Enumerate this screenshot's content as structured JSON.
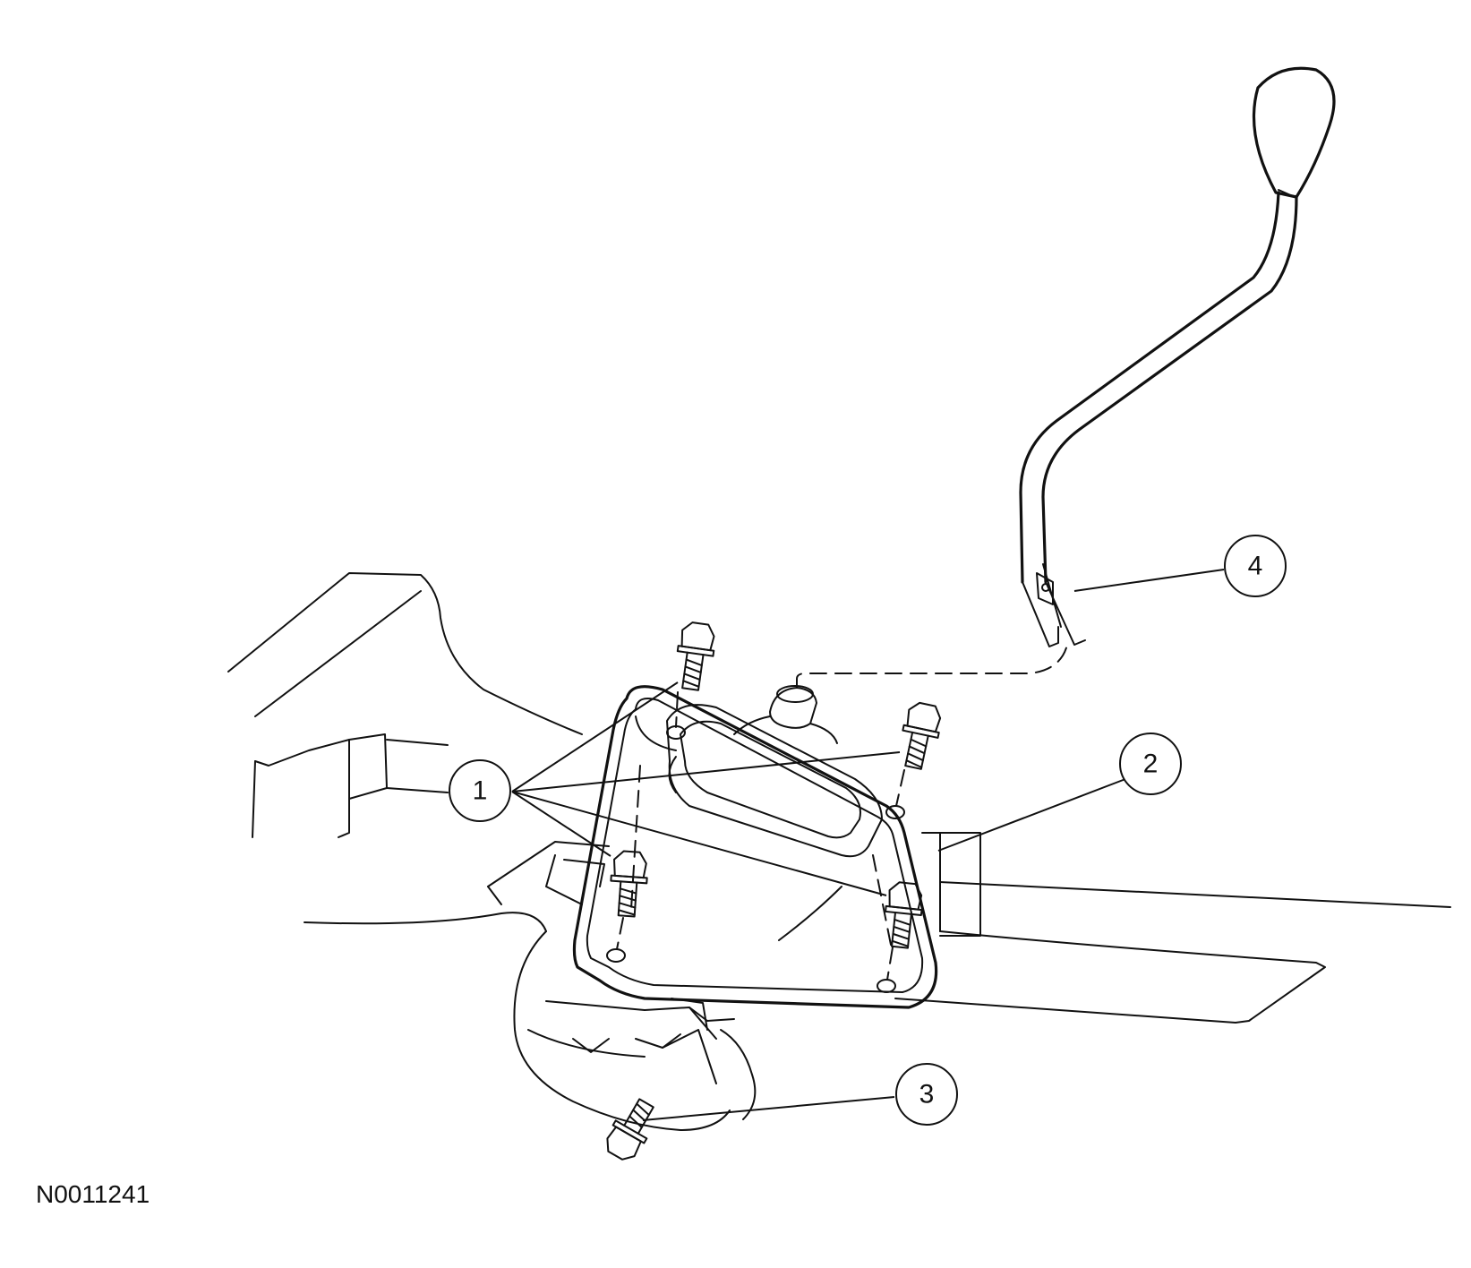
{
  "figure": {
    "reference_code": "N0011241",
    "callouts": [
      {
        "id": "1",
        "label": "1"
      },
      {
        "id": "2",
        "label": "2"
      },
      {
        "id": "3",
        "label": "3"
      },
      {
        "id": "4",
        "label": "4"
      }
    ]
  }
}
